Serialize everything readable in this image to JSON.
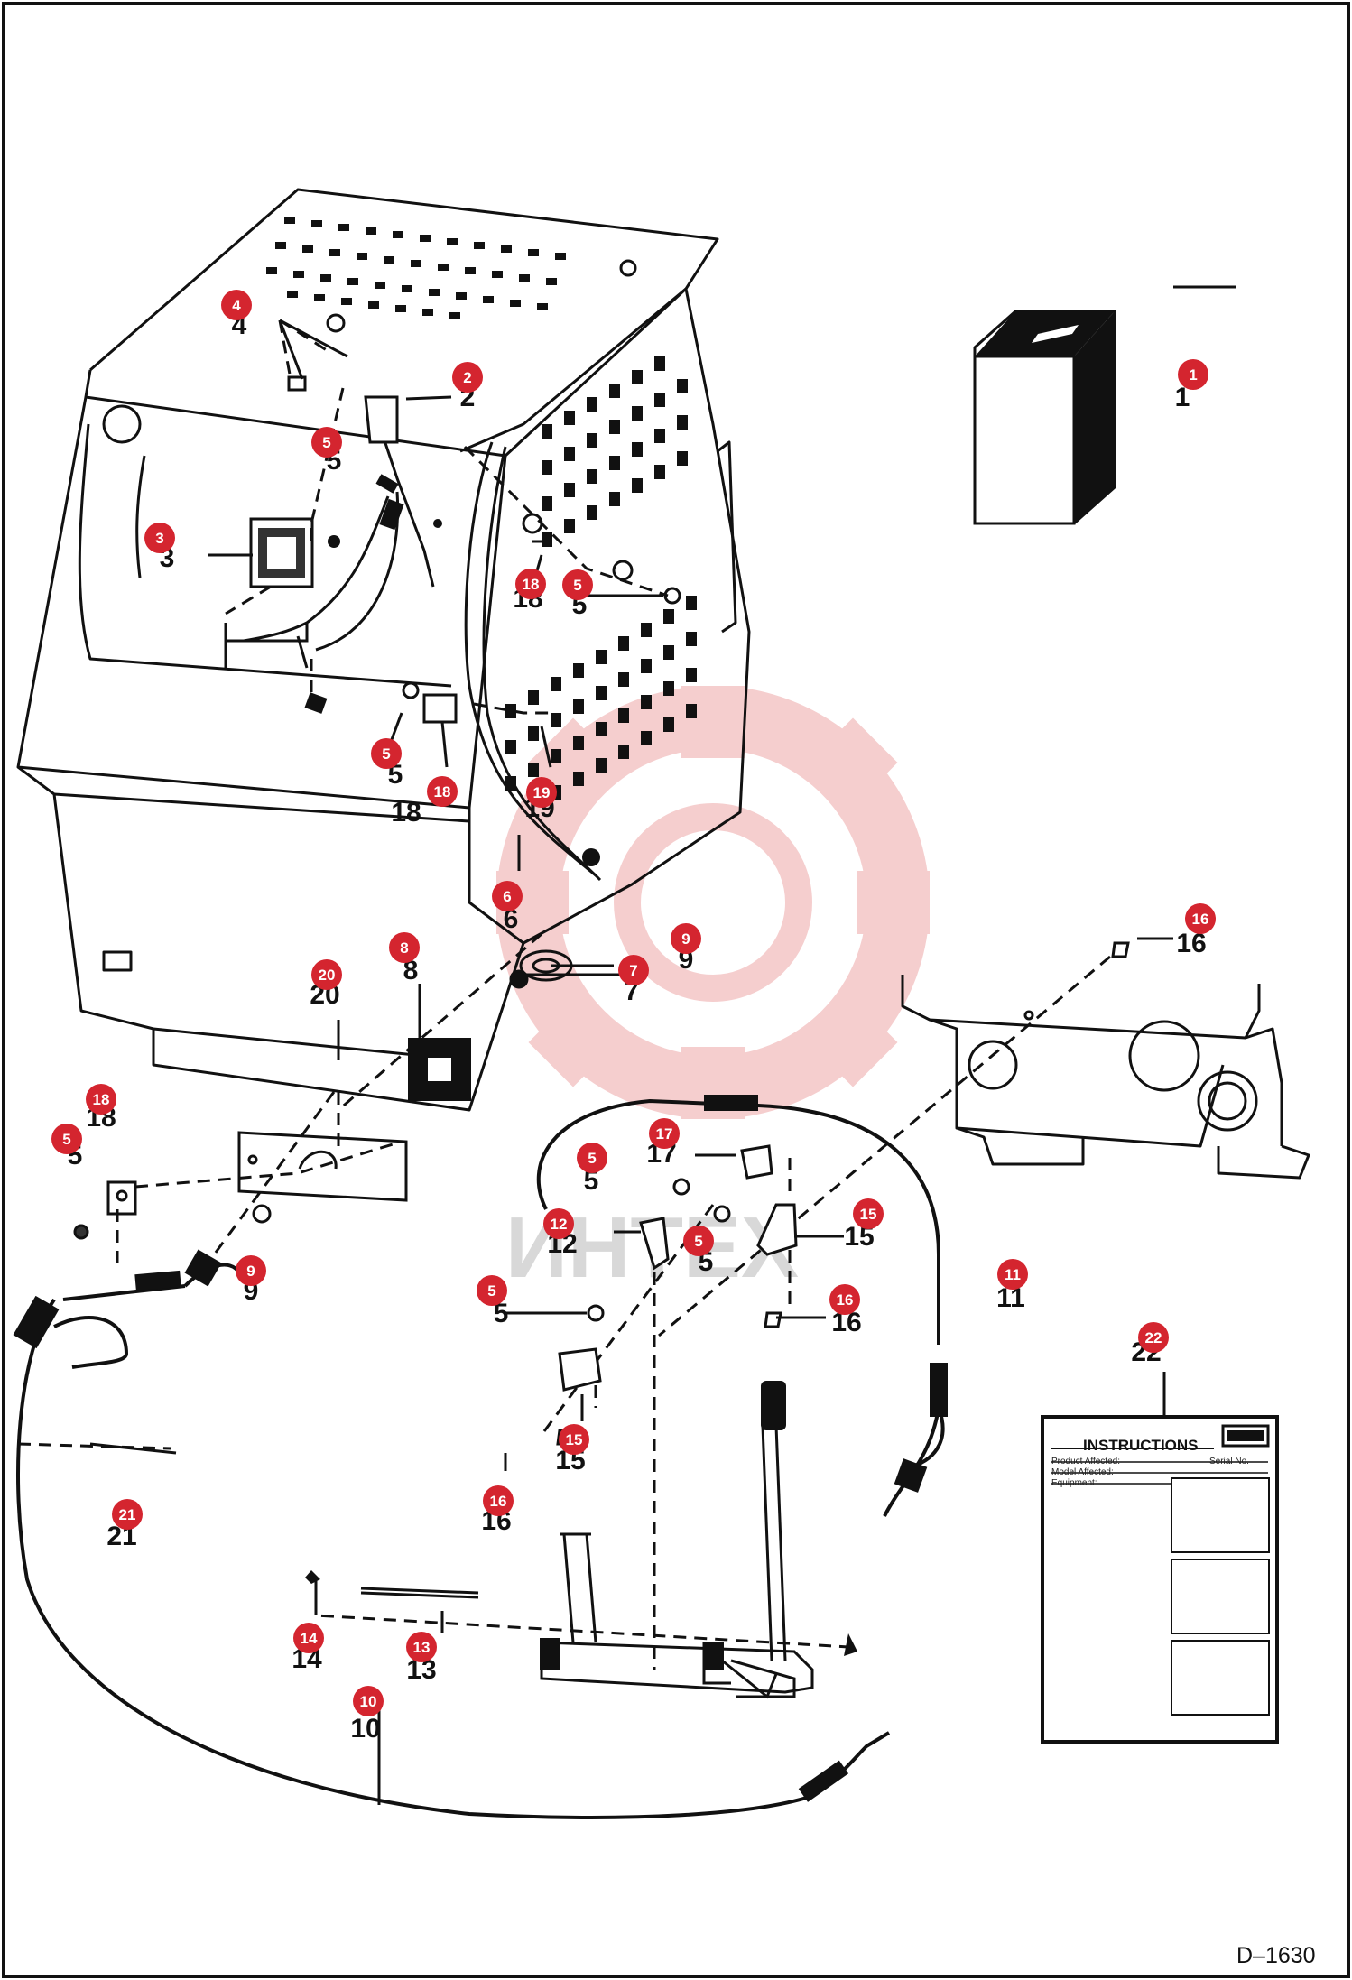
{
  "drawing_id": "D–1630",
  "watermark": {
    "text": "ИНТЕХ",
    "gear_color": "#f4c6c6"
  },
  "colors": {
    "badge": "#d4252f",
    "line": "#111111"
  },
  "instructions_card": {
    "title": "INSTRUCTIONS",
    "field_product": "Product Affected:",
    "field_model": "Model Affected:",
    "field_serial": "Serial No.",
    "field_equipment": "Equipment:"
  },
  "labels": [
    {
      "id": "1",
      "text": "1"
    },
    {
      "id": "2",
      "text": "2"
    },
    {
      "id": "3",
      "text": "3"
    },
    {
      "id": "4",
      "text": "4"
    },
    {
      "id": "5a",
      "text": "5"
    },
    {
      "id": "5b",
      "text": "5"
    },
    {
      "id": "5c",
      "text": "5"
    },
    {
      "id": "5d",
      "text": "5"
    },
    {
      "id": "5e",
      "text": "5"
    },
    {
      "id": "5f",
      "text": "5"
    },
    {
      "id": "5g",
      "text": "5"
    },
    {
      "id": "6",
      "text": "6"
    },
    {
      "id": "7",
      "text": "7"
    },
    {
      "id": "8",
      "text": "8"
    },
    {
      "id": "9a",
      "text": "9"
    },
    {
      "id": "9b",
      "text": "9"
    },
    {
      "id": "10",
      "text": "10"
    },
    {
      "id": "11",
      "text": "11"
    },
    {
      "id": "12",
      "text": "12"
    },
    {
      "id": "13",
      "text": "13"
    },
    {
      "id": "14",
      "text": "14"
    },
    {
      "id": "15a",
      "text": "15"
    },
    {
      "id": "15b",
      "text": "15"
    },
    {
      "id": "16a",
      "text": "16"
    },
    {
      "id": "16b",
      "text": "16"
    },
    {
      "id": "16c",
      "text": "16"
    },
    {
      "id": "17",
      "text": "17"
    },
    {
      "id": "18a",
      "text": "18"
    },
    {
      "id": "18b",
      "text": "18"
    },
    {
      "id": "18c",
      "text": "18"
    },
    {
      "id": "19",
      "text": "19"
    },
    {
      "id": "20",
      "text": "20"
    },
    {
      "id": "21",
      "text": "21"
    },
    {
      "id": "22",
      "text": "22"
    }
  ]
}
